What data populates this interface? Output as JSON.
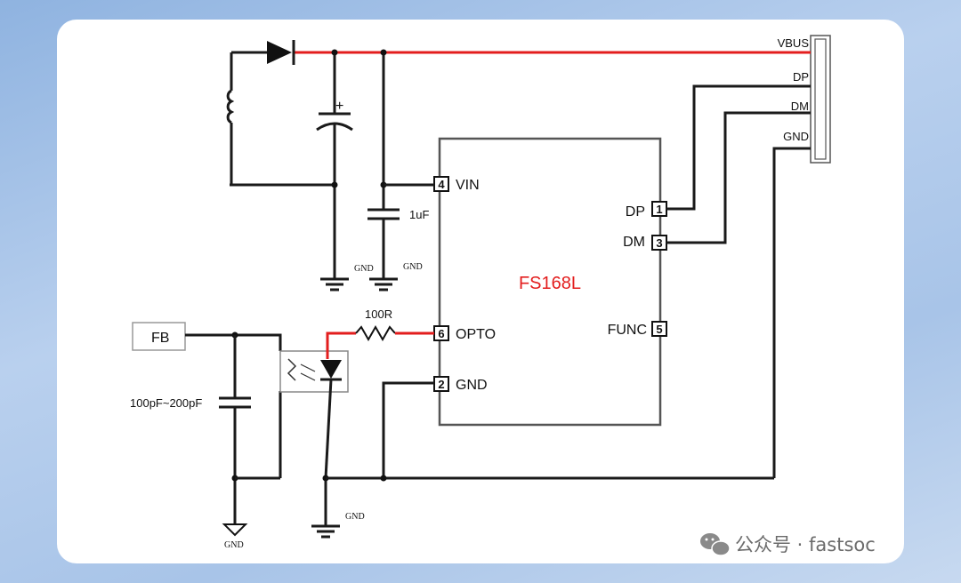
{
  "ic": {
    "name": "FS168L",
    "name_color": "#e31e1e"
  },
  "pins": {
    "vin": {
      "num": "4",
      "label": "VIN"
    },
    "opto": {
      "num": "6",
      "label": "OPTO"
    },
    "gnd": {
      "num": "2",
      "label": "GND"
    },
    "dp": {
      "num": "1",
      "label": "DP"
    },
    "dm": {
      "num": "3",
      "label": "DM"
    },
    "func": {
      "num": "5",
      "label": "FUNC"
    }
  },
  "connector": {
    "vbus": "VBUS",
    "dp": "DP",
    "dm": "DM",
    "gnd": "GND"
  },
  "components": {
    "cap_1uf": "1uF",
    "resistor": "100R",
    "cap_fb": "100pF~200pF",
    "fb_label": "FB",
    "cap_plus": "+"
  },
  "gnd_labels": {
    "g1": "GND",
    "g2": "GND",
    "g3": "GND",
    "g4": "GND"
  },
  "watermark": {
    "text": "公众号 · fastsoc"
  },
  "colors": {
    "wire": "#1a1a1a",
    "highlight": "#e31e1e",
    "card": "#ffffff"
  }
}
